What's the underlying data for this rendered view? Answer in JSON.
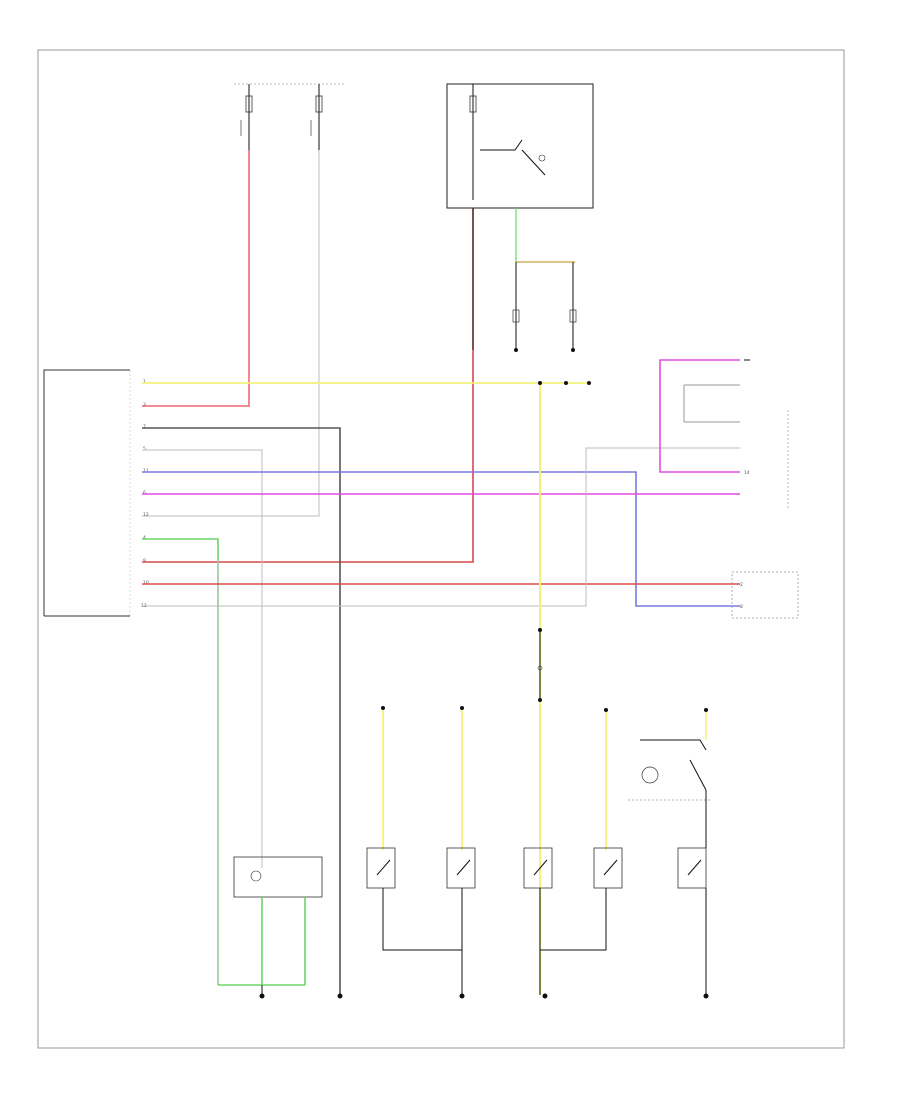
{
  "diagram": {
    "pin_labels": {
      "p1": "1",
      "p3": "3",
      "p7": "7",
      "p5": "5",
      "p11": "11",
      "p6": "6",
      "p12": "12",
      "p4": "4",
      "p9": "9",
      "p10": "10",
      "p13": "13",
      "p8": "8",
      "p2": "2",
      "p14": "14"
    },
    "colors": {
      "yellow": "#f2f27a",
      "pink": "#f07a8a",
      "green": "#6ad66a",
      "purple": "#e24ce2",
      "blue": "#7a7ae2",
      "red": "#d94a4a",
      "gray": "#bcbcbc",
      "dark": "#555555",
      "black": "#111111"
    }
  }
}
